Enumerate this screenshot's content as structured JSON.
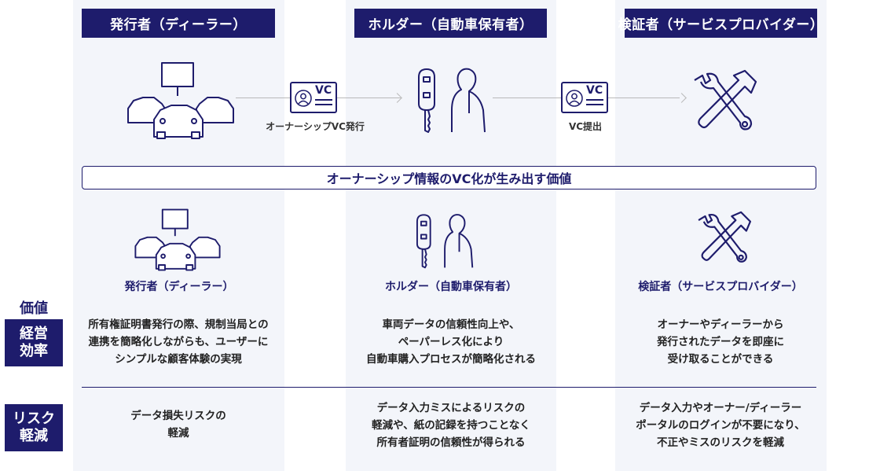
{
  "columns": {
    "issuer": {
      "title": "発行者（ディーラー）",
      "short_title": "発行者（ディーラー）"
    },
    "holder": {
      "title": "ホルダー（自動車保有者）",
      "short_title": "ホルダー（自動車保有者）"
    },
    "verifier": {
      "title": "検証者（サービスプロバイダー）",
      "short_title": "検証者（サービスプロバイダー）"
    }
  },
  "flow": {
    "vc_text": "VC",
    "issue_label": "オーナーシップVC発行",
    "submit_label": "VC提出"
  },
  "banner": "オーナーシップ情報のVC化が生み出す価値",
  "side": {
    "value_title": "価値",
    "efficiency_label": "経営\n効率",
    "risk_label": "リスク\n軽減"
  },
  "efficiency": {
    "issuer": "所有権証明書発行の際、規制当局との\n連携を簡略化しながらも、ユーザーに\nシンプルな顧客体験の実現",
    "holder": "車両データの信頼性向上や、\nペーパーレス化により\n自動車購入プロセスが簡略化される",
    "verifier": "オーナーやディーラーから\n発行されたデータを即座に\n受け取ることができる"
  },
  "risk": {
    "issuer": "データ損失リスクの\n軽減",
    "holder": "データ入力ミスによるリスクの\n軽減や、紙の記録を持つことなく\n所有者証明の信頼性が得られる",
    "verifier": "データ入力やオーナー/ディーラー\nポータルのログインが不要になり、\n不正やミスのリスクを軽減"
  },
  "colors": {
    "navy": "#1e1c6c",
    "column_bg": "#f3f5fa",
    "arrow": "#b9b9b9"
  }
}
